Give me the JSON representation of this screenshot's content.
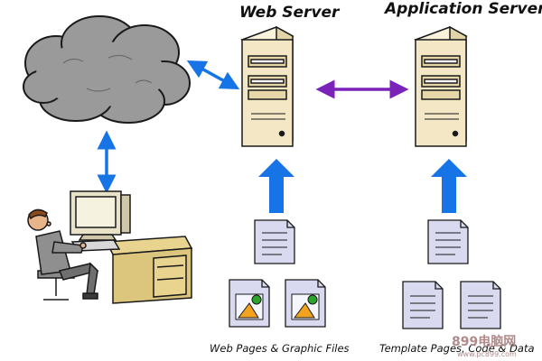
{
  "labels": {
    "web_server": "Web Server",
    "app_server": "Application Server",
    "web_files": "Web Pages & Graphic Files",
    "template_files": "Template Pages, Code & Data"
  },
  "icons": {
    "cloud": "internet-cloud-icon",
    "user": "user-at-computer-icon",
    "web_server": "server-tower-icon",
    "app_server": "server-tower-icon",
    "document": "document-icon",
    "image_file": "image-file-icon"
  },
  "watermark": {
    "brand": "899电脑网",
    "url": "www.pc899.com"
  },
  "colors": {
    "cloud": "#9a9a9a",
    "server": "#f3e7c6",
    "blue_arrow": "#1674e6",
    "purple_arrow": "#7b22b8",
    "document": "#d9d9f0",
    "desk": "#e9d48f"
  }
}
